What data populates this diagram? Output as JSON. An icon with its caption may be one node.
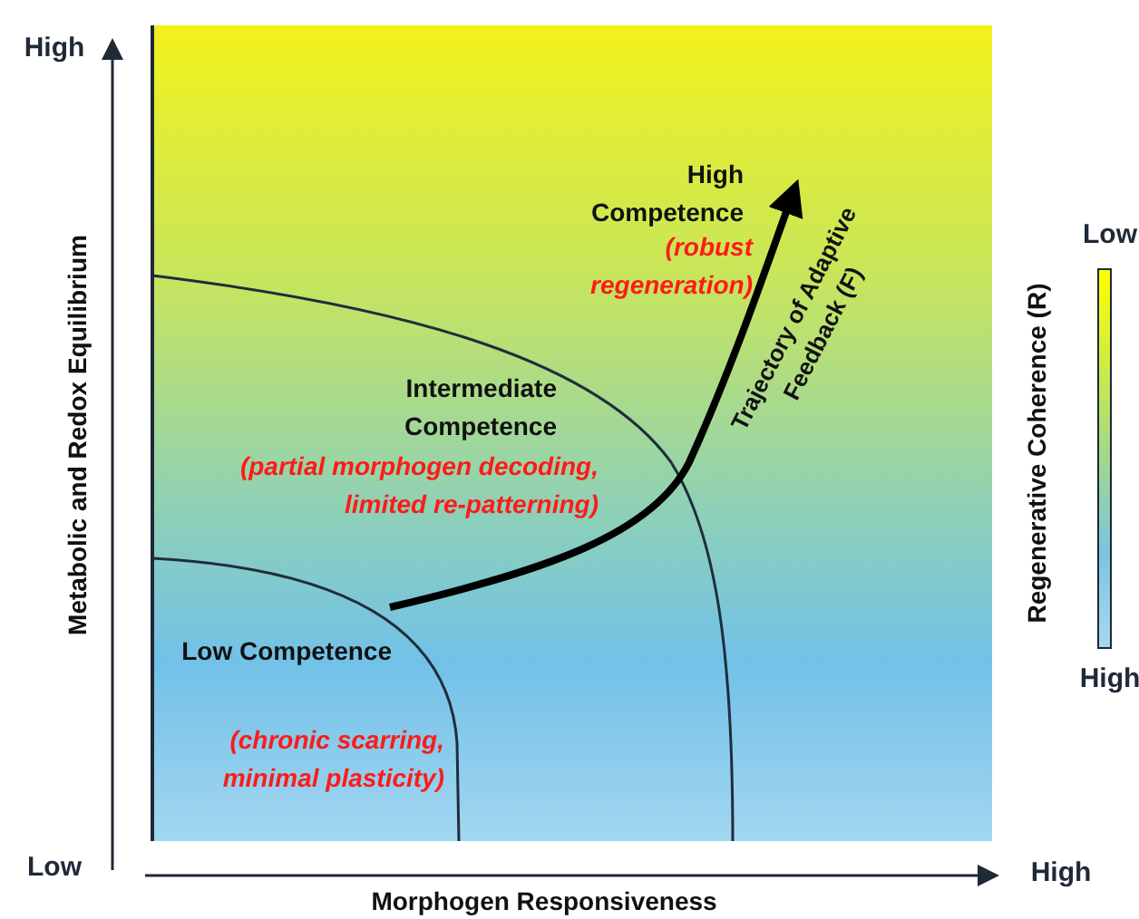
{
  "diagram": {
    "labels": [
      "High",
      "Low",
      "Metabolic and Redox Equilibrium",
      "High",
      "Morphogen Responsiveness",
      "High Competence",
      "(robust regeneration)",
      "Intermediate Competence",
      "(partial morphogen decoding, limited re-patterning)",
      "Low Competence",
      "(chronic scarring, minimal plasticity)",
      "Trajectory of Adaptive Feedback (F)",
      "Regenerative Coherence (R)",
      "Low",
      "High"
    ]
  }
}
